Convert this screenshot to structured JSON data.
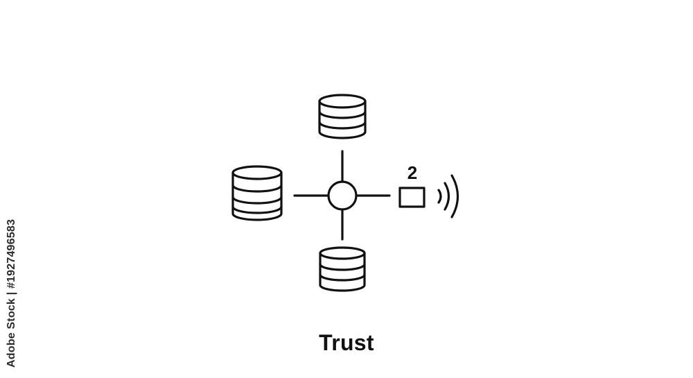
{
  "caption": "Trust",
  "stock_id": "Adobe Stock | #1927496583",
  "device_badge": "2",
  "icons": {
    "center": "network-hub-icon",
    "nodes": [
      "database-icon",
      "database-icon",
      "database-icon"
    ],
    "device": "wireless-device-icon"
  },
  "colors": {
    "stroke": "#111111",
    "background": "#ffffff"
  }
}
